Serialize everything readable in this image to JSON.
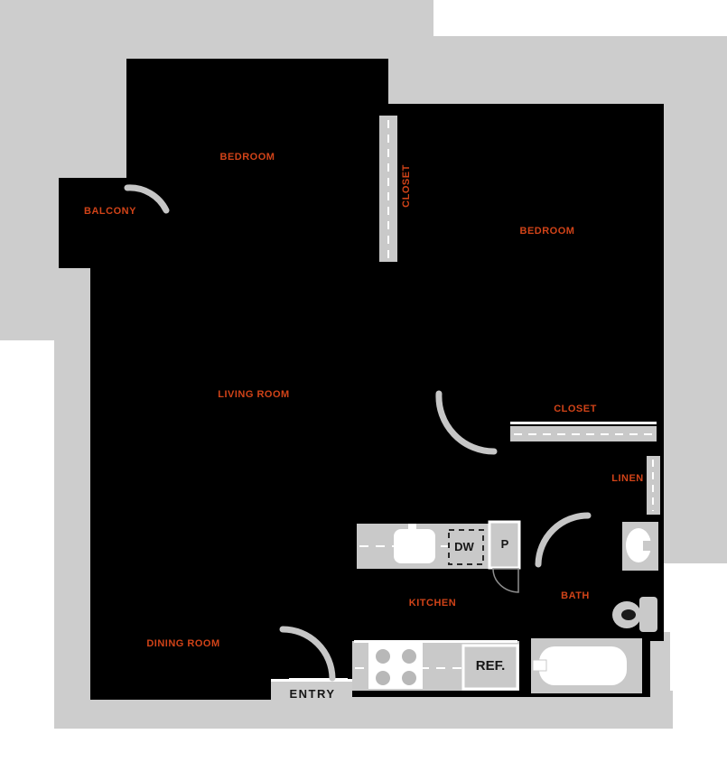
{
  "page": {
    "type": "apartment-floor-plan",
    "colors": {
      "background": "#ffffff",
      "site_band": "#cdcdcd",
      "floor": "#000000",
      "fixture_gray": "#c9c9c9",
      "fixture_white": "#ffffff",
      "room_label": "#d14318",
      "fixture_label": "#161616"
    }
  },
  "labels": {
    "bedroom_top": "BEDROOM",
    "balcony": "BALCONY",
    "closet_vertical": "CLOSET",
    "bedroom_right": "BEDROOM",
    "living_room": "LIVING ROOM",
    "closet_right": "CLOSET",
    "linen": "LINEN",
    "kitchen": "KITCHEN",
    "bath": "BATH",
    "dining_room": "DINING ROOM",
    "entry": "ENTRY"
  },
  "fixtures": {
    "dishwasher": "DW",
    "pantry": "P",
    "refrigerator": "REF."
  }
}
